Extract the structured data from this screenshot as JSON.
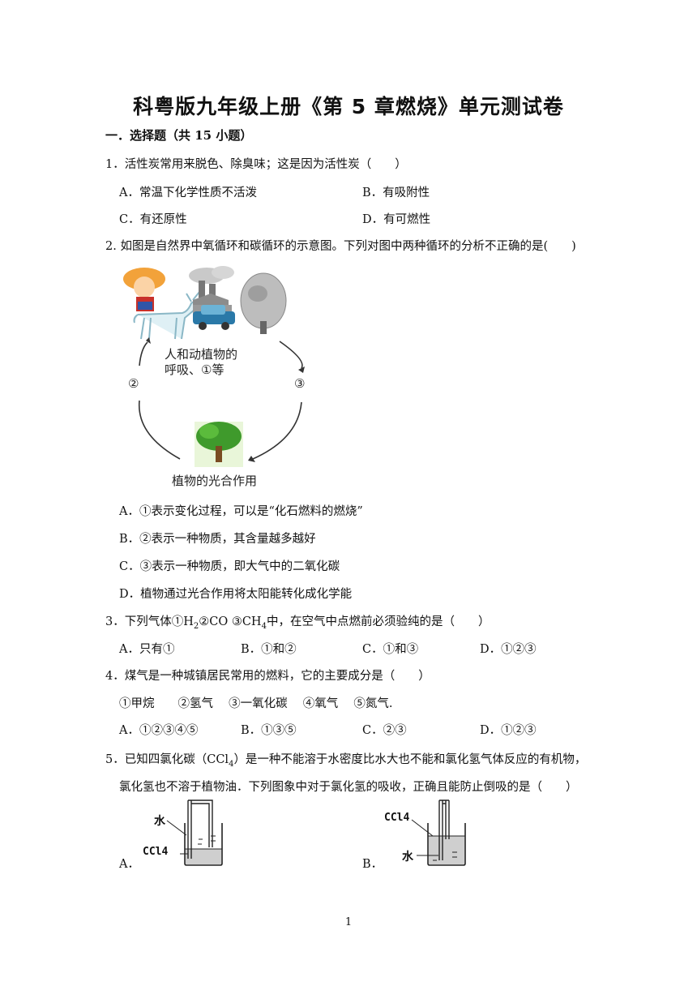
{
  "title": "科粤版九年级上册《第 5 章燃烧》单元测试卷",
  "section": "一．选择题（共 15 小题）",
  "questions": [
    {
      "stem": "1．活性炭常用来脱色、除臭味；这是因为活性炭（　　）",
      "options": [
        "A．常温下化学性质不活泼",
        "B．有吸附性",
        "C．有还原性",
        "D．有可燃性"
      ]
    },
    {
      "stem": "2. 如图是自然界中氧循环和碳循环的示意图。下列对图中两种循环的分析不正确的是(　　)",
      "diagram": {
        "top_label_1": "人和动植物的",
        "top_label_2": "呼吸、①等",
        "left_marker": "②",
        "right_marker": "③",
        "bottom_label": "植物的光合作用"
      },
      "options": [
        "A．①表示变化过程，可以是“化石燃料的燃烧”",
        "B．②表示一种物质，其含量越多越好",
        "C．③表示一种物质，即大气中的二氧化碳",
        "D．植物通过光合作用将太阳能转化成化学能"
      ]
    },
    {
      "stem_a": "3．下列气体①H",
      "stem_b": "②CO  ③CH",
      "stem_c": "中，在空气中点燃前必须验纯的是（　　）",
      "sub_2": "2",
      "sub_4": "4",
      "options": [
        "A．只有①",
        "B．①和②",
        "C．①和③",
        "D．①②③"
      ]
    },
    {
      "stem": "4．煤气是一种城镇居民常用的燃料，它的主要成分是（　　）",
      "items": "①甲烷　　②氢气　 ③一氧化碳　 ④氧气　 ⑤氮气.",
      "options": [
        "A．①②③④⑤",
        "B．①③⑤",
        "C．②③",
        "D．①②③"
      ]
    },
    {
      "stem_line1_a": "5．已知四氯化碳（CCl",
      "stem_line1_b": "）是一种不能溶于水密度比水大也不能和氯化氢气体反应的有机物，",
      "sub_4": "4",
      "stem_line2": "氯化氢也不溶于植物油．下列图象中对于氯化氢的吸收，正确且能防止倒吸的是（　　）",
      "figure_a": {
        "label_top": "水",
        "label_bottom": "CCl4",
        "option": "A．"
      },
      "figure_b": {
        "label_top": "CCl4",
        "label_bottom": "水",
        "option": "B．"
      }
    }
  ],
  "page_number": "1"
}
